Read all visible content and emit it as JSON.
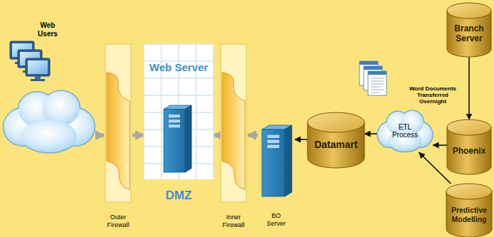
{
  "diagram": {
    "nodes": [
      {
        "text": [
          "Web Users"
        ]
      },
      {
        "text": [
          "Outer Firewall"
        ]
      },
      {
        "text": [
          "Web Server",
          "DMZ"
        ]
      },
      {
        "text": [
          "Inner Firewall"
        ]
      },
      {
        "text": [
          "BO Server"
        ]
      },
      {
        "text": [
          "Datamart"
        ]
      },
      {
        "text": [
          "ETL Process"
        ]
      },
      {
        "text": [
          "Branch Server"
        ]
      },
      {
        "text": [
          "Phoenix"
        ]
      },
      {
        "text": [
          "Predictive Modelling"
        ]
      }
    ],
    "edges": [
      {
        "from": 0,
        "to": 1,
        "arrow": "to"
      },
      {
        "from": 1,
        "to": 2,
        "arrow": "to"
      },
      {
        "from": 4,
        "to": 3,
        "arrow": "to"
      },
      {
        "from": 3,
        "to": 2,
        "arrow": "to"
      },
      {
        "from": 5,
        "to": 4,
        "arrow": "to"
      },
      {
        "from": 6,
        "to": 5,
        "arrow": "to"
      },
      {
        "from": 8,
        "to": 6,
        "arrow": "to"
      },
      {
        "from": 9,
        "to": 6,
        "arrow": "to"
      },
      {
        "from": 7,
        "to": 8,
        "arrow": "to"
      }
    ],
    "labels": [
      "Word Documents Transferred Overnight"
    ]
  }
}
